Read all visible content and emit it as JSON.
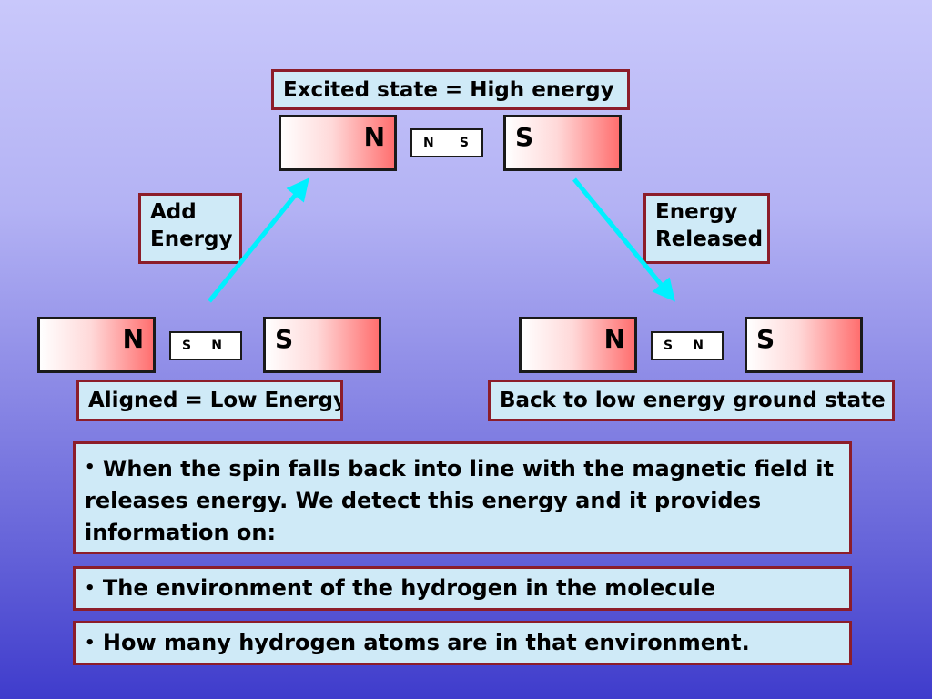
{
  "excited": {
    "label": "Excited state = High energy",
    "left_magnet_pole": "N",
    "right_magnet_pole": "S",
    "spin_left": "N",
    "spin_right": "S"
  },
  "add_energy": {
    "line1": "Add",
    "line2": "Energy"
  },
  "energy_released": {
    "line1": "Energy",
    "line2": "Released"
  },
  "aligned": {
    "label": "Aligned = Low Energy",
    "left_magnet_pole": "N",
    "right_magnet_pole": "S",
    "spin_left": "S",
    "spin_right": "N"
  },
  "ground": {
    "label": "Back to low energy ground state",
    "left_magnet_pole": "N",
    "right_magnet_pole": "S",
    "spin_left": "S",
    "spin_right": "N"
  },
  "bullets": [
    "When the spin falls back into line with the magnetic field it releases energy.  We detect this energy and it provides information on:",
    "The environment of the hydrogen in the molecule",
    "How many hydrogen atoms are in that environment."
  ],
  "colors": {
    "box_fill": "#cfeaf7",
    "box_border": "#8c1d2a",
    "arrow": "#00f0ff",
    "magnet_red": "#ff6f6f"
  }
}
